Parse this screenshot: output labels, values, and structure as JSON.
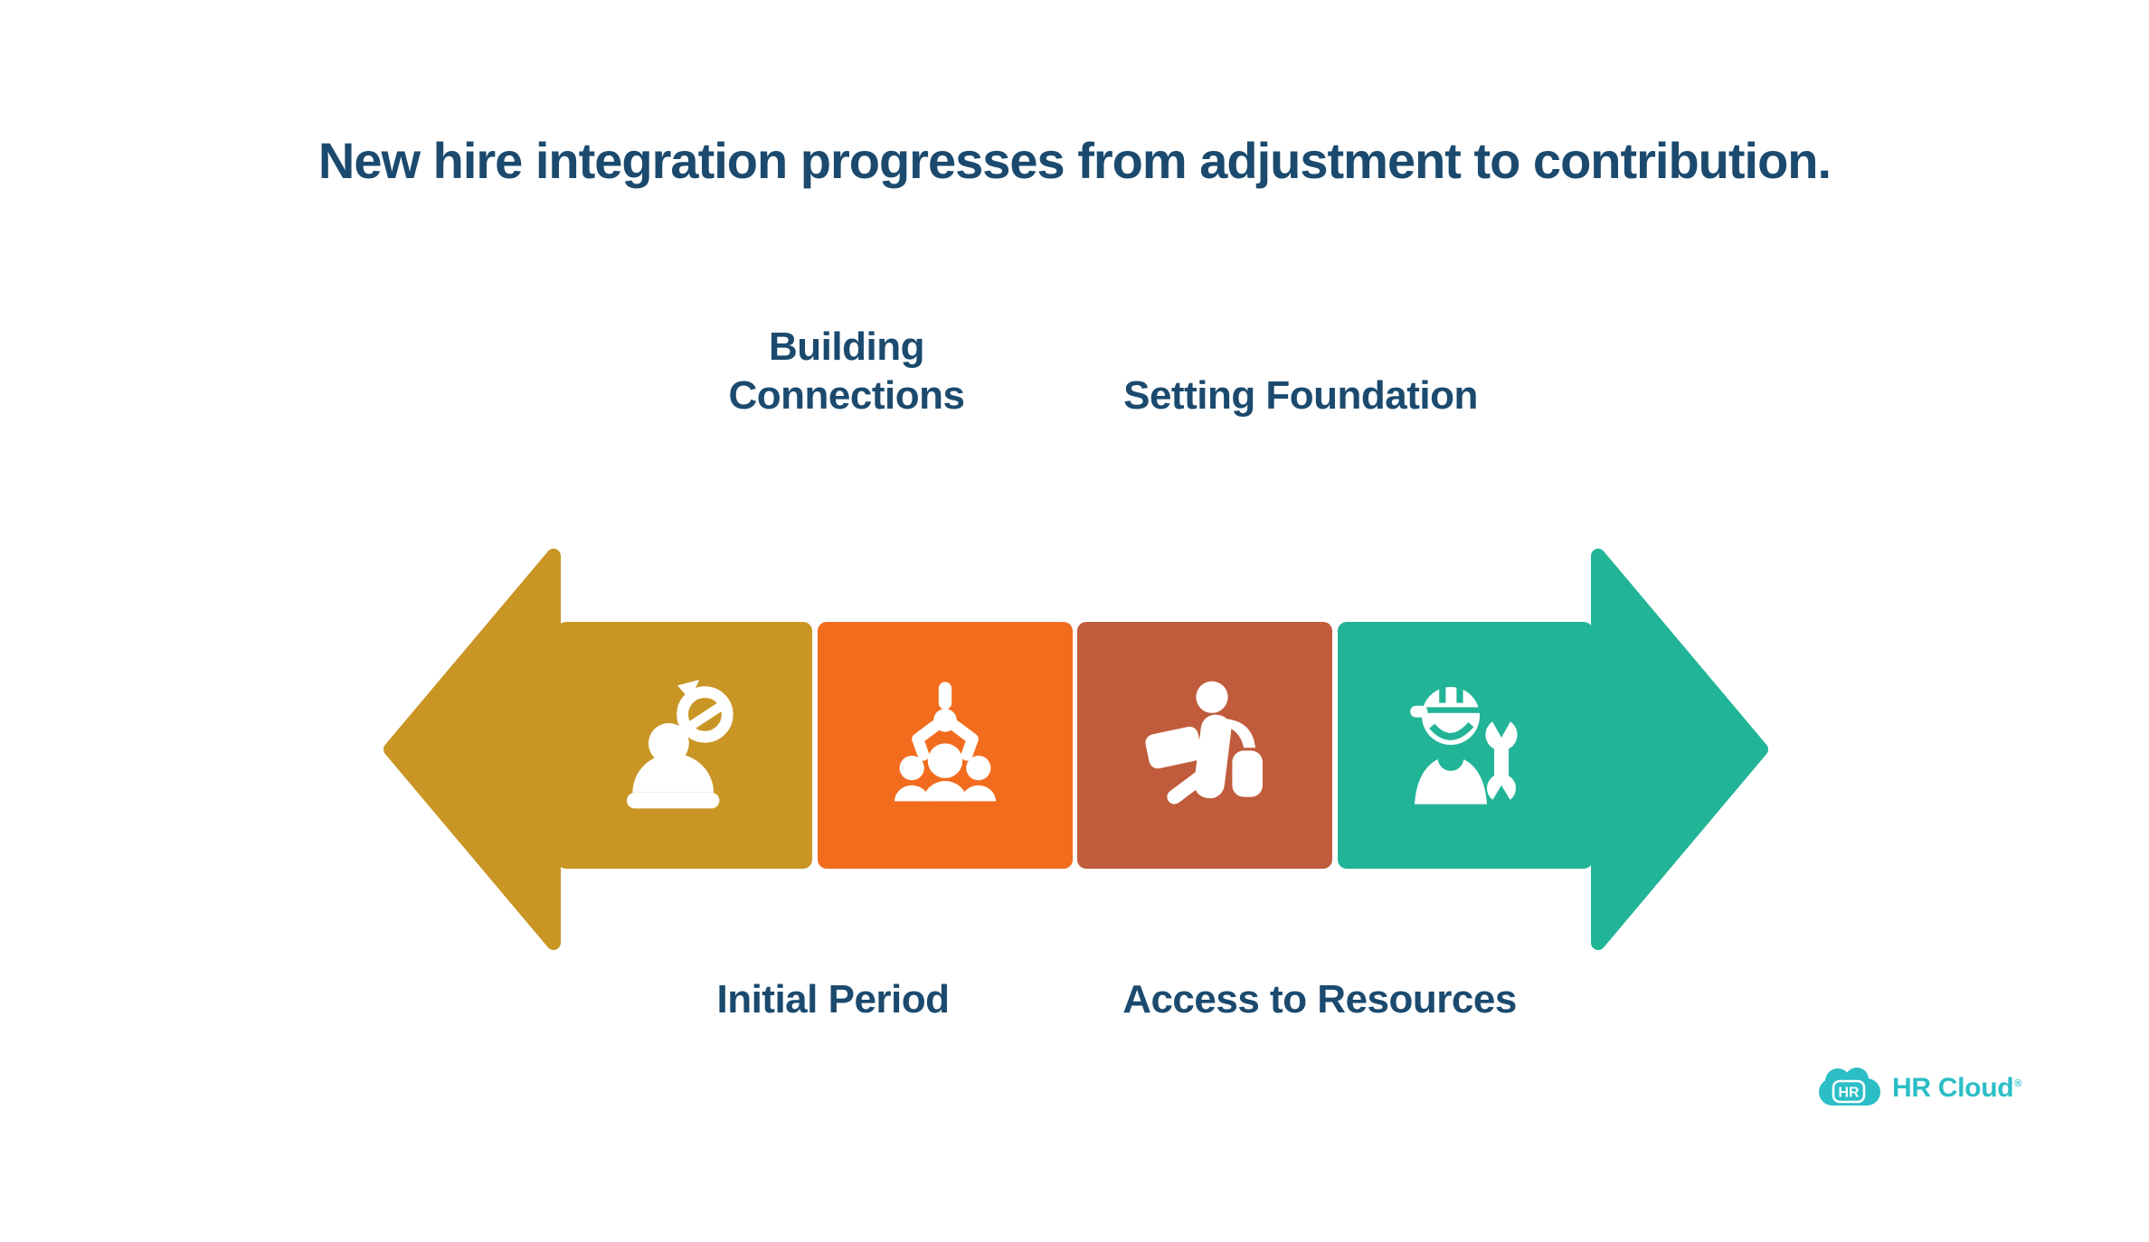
{
  "title": "New hire integration progresses from adjustment to contribution.",
  "colors": {
    "background": "#FFFFFF",
    "heading_text": "#1B4A6E",
    "label_text": "#1B4A6E",
    "icon_fill": "#FFFFFF"
  },
  "timeline": {
    "left_arrow_color": "#C99524",
    "right_arrow_color": "#22B497",
    "stages": [
      {
        "label": "Initial Period",
        "label_position": "bottom",
        "color": "#C99524",
        "icon": "person-clock-icon"
      },
      {
        "label": "Building\nConnections",
        "label_position": "top",
        "color": "#F26C1E",
        "icon": "team-selection-claw-icon"
      },
      {
        "label": "Access to Resources",
        "label_position": "bottom",
        "color": "#C05C3B",
        "icon": "person-laptop-icon"
      },
      {
        "label": "Setting Foundation",
        "label_position": "top",
        "color": "#22B497",
        "icon": "worker-wrench-icon"
      }
    ]
  },
  "logo": {
    "badge": "HR",
    "brand": "HR Cloud",
    "trademark": "®",
    "color": "#2BBEC6"
  }
}
